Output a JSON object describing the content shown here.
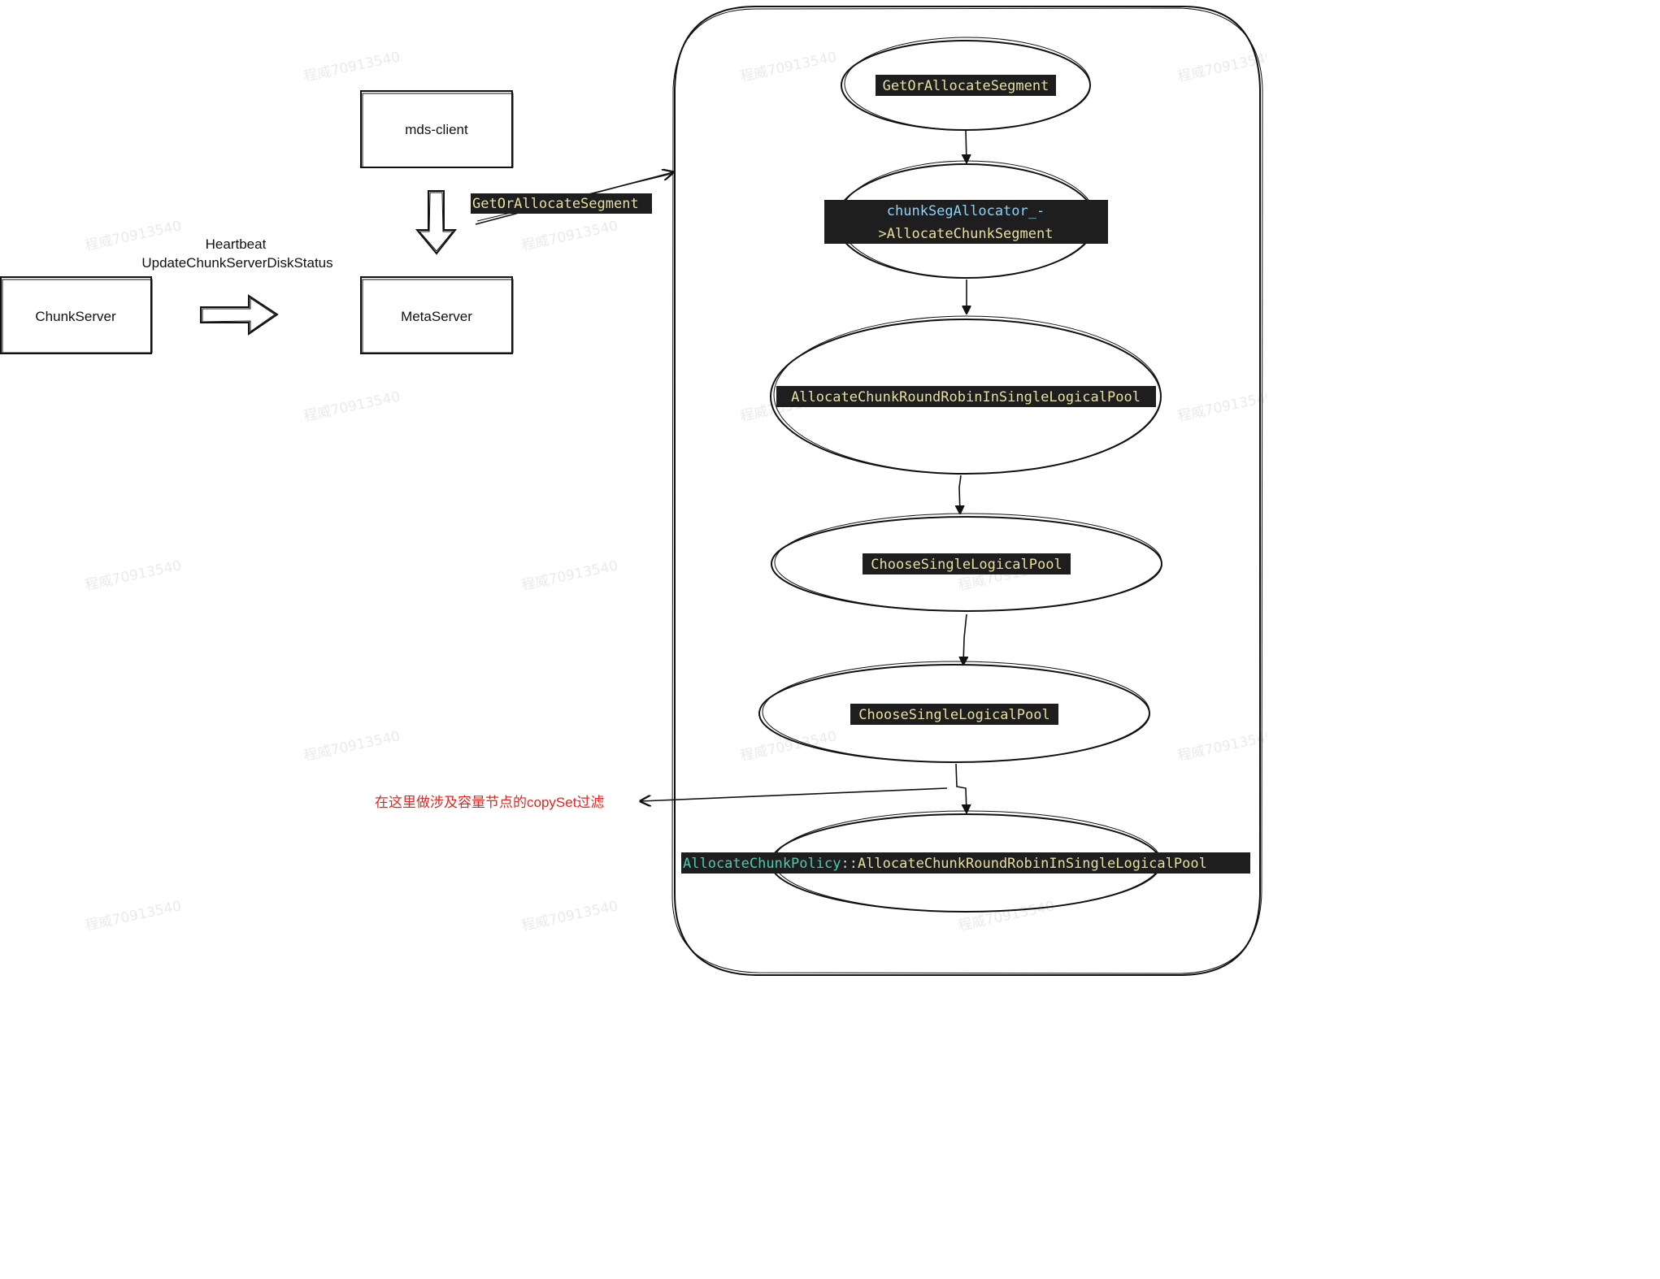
{
  "colors": {
    "stroke": "#111111",
    "code_bg": "#1e1e1e",
    "code_fg_yellow": "#e6dfa0",
    "code_fg_blue": "#8fd0f5",
    "code_fg_teal": "#4ec9b0",
    "note_red": "#e8241c",
    "watermark": "#d9d9d9"
  },
  "nodes": {
    "mds_client": "mds-client",
    "chunk_server": "ChunkServer",
    "meta_server": "MetaServer"
  },
  "labels": {
    "heartbeat": "Heartbeat",
    "update_status": "UpdateChunkServerDiskStatus",
    "get_or_allocate_arrow": "GetOrAllocateSegment",
    "copyset_note": "在这里做涉及容量节点的copySet过滤"
  },
  "flow": {
    "step1": "GetOrAllocateSegment",
    "step2_line1": "chunkSegAllocator_-",
    "step2_line2": ">AllocateChunkSegment",
    "step3": "AllocateChunkRoundRobinInSingleLogicalPool",
    "step4": "ChooseSingleLogicalPool",
    "step5": "ChooseSingleLogicalPool",
    "step6_class": "AllocateChunkPolicy",
    "step6_sep": "::",
    "step6_method": "AllocateChunkRoundRobinInSingleLogicalPool"
  },
  "watermark_text": "程威70913540"
}
